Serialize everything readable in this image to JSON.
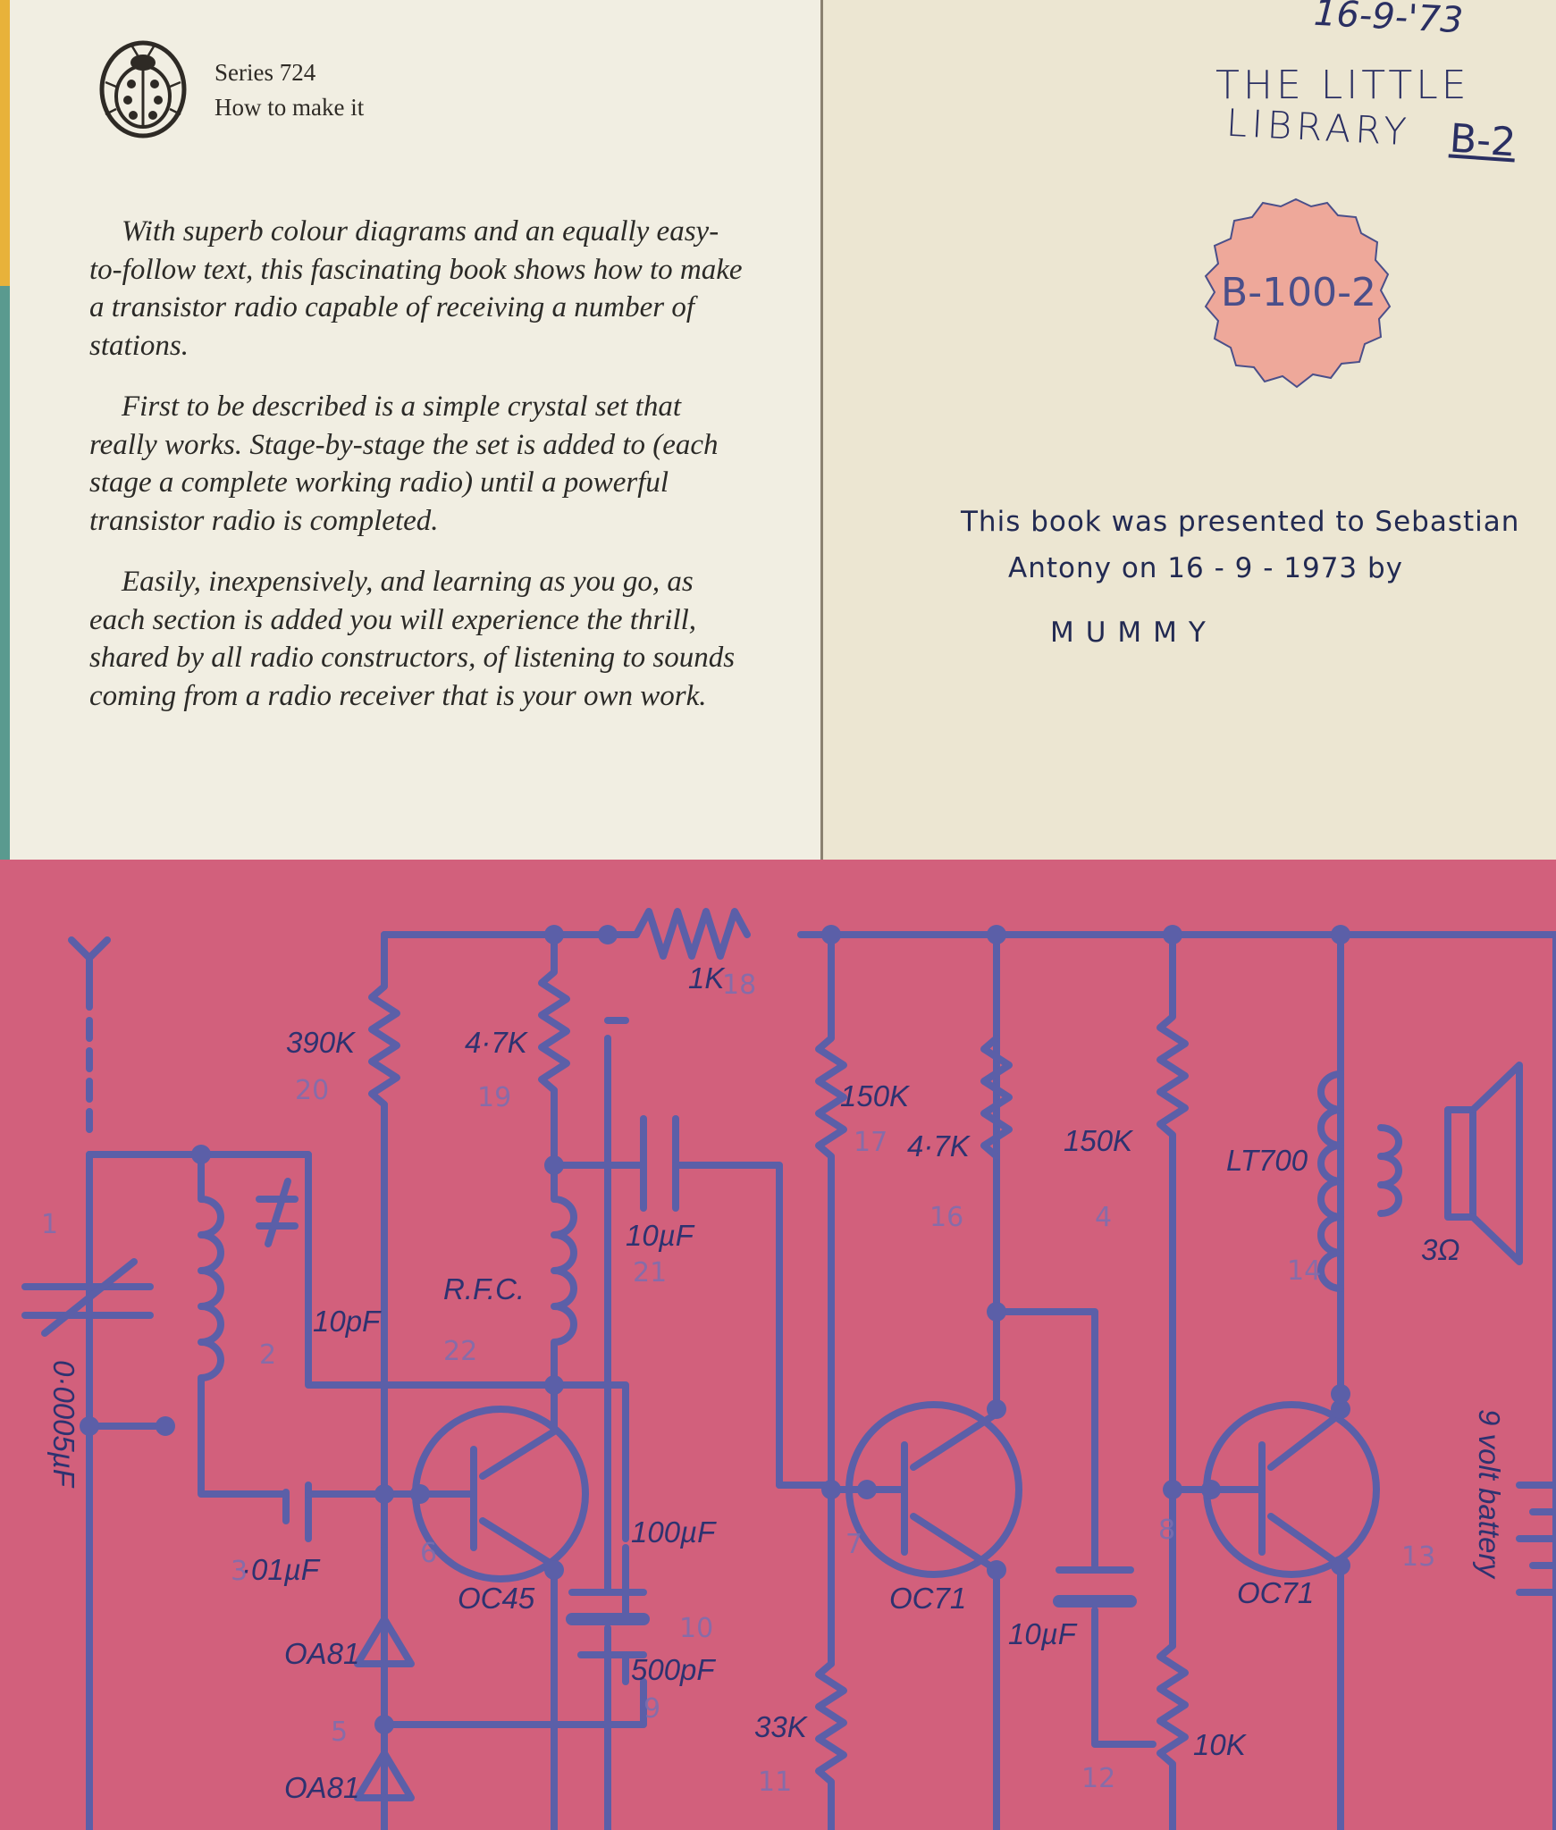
{
  "left_page": {
    "logo_icon": "ladybird-icon",
    "series": "Series 724",
    "subtitle": "How to make it",
    "paragraphs": [
      "With superb colour diagrams and an equally easy-to-follow text, this fascinating book shows how to make a transistor radio capable of receiving a number of stations.",
      "First to be described is a simple crystal set that really works. Stage-by-stage the set is added to (each stage a complete working radio) until a powerful transistor radio is completed.",
      "Easily, inexpensively, and learning as you go, as each section is added you will experience the thrill, shared by all radio constructors, of listening to sounds coming from a radio receiver that is your own work."
    ]
  },
  "right_page": {
    "date": "16-9-'73",
    "library_line1": "THE LITTLE",
    "library_line2": "LIBRARY",
    "library_code": "B-2",
    "stamp_code": "B-100-2",
    "presentation_line1": "This book was presented to Sebastian",
    "presentation_line2": "Antony on 16 - 9 - 1973 by",
    "presented_by": "MUMMY"
  },
  "schematic": {
    "colors": {
      "background": "#d2607c",
      "wire": "#5b5fa8"
    },
    "labels": {
      "r_390k": "390K",
      "r_4k7a": "4·7K",
      "r_1k": "1K",
      "r_150k_a": "150K",
      "r_4k7b": "4·7K",
      "r_150k_b": "150K",
      "lt700": "LT700",
      "speaker_ohm": "3Ω",
      "c_10pf": "10pF",
      "c_0005": "0·0005µF",
      "rfc": "R.F.C.",
      "c_10uf_a": "10µF",
      "c_001": "·01µF",
      "t_oc45": "OC45",
      "c_100uf": "100µF",
      "t_oc71a": "OC71",
      "t_oc71b": "OC71",
      "c_10uf_b": "10µF",
      "d_oa81a": "OA81",
      "c_500pf": "500pF",
      "r_33k": "33K",
      "r_10k": "10K",
      "d_oa81b": "OA81",
      "battery": "9 volt battery"
    },
    "pencil_notes": {
      "n18": "18",
      "n20": "20",
      "n19": "19",
      "n17": "17",
      "n16": "16",
      "n4": "4",
      "n14": "14",
      "n21": "21",
      "n22": "22",
      "n2": "2",
      "n1": "1",
      "n3": "3",
      "n6": "6",
      "n7": "7",
      "n13": "13",
      "n10": "10",
      "n9": "9",
      "n11": "11",
      "n12": "12",
      "n5": "5",
      "n8": "8"
    }
  }
}
